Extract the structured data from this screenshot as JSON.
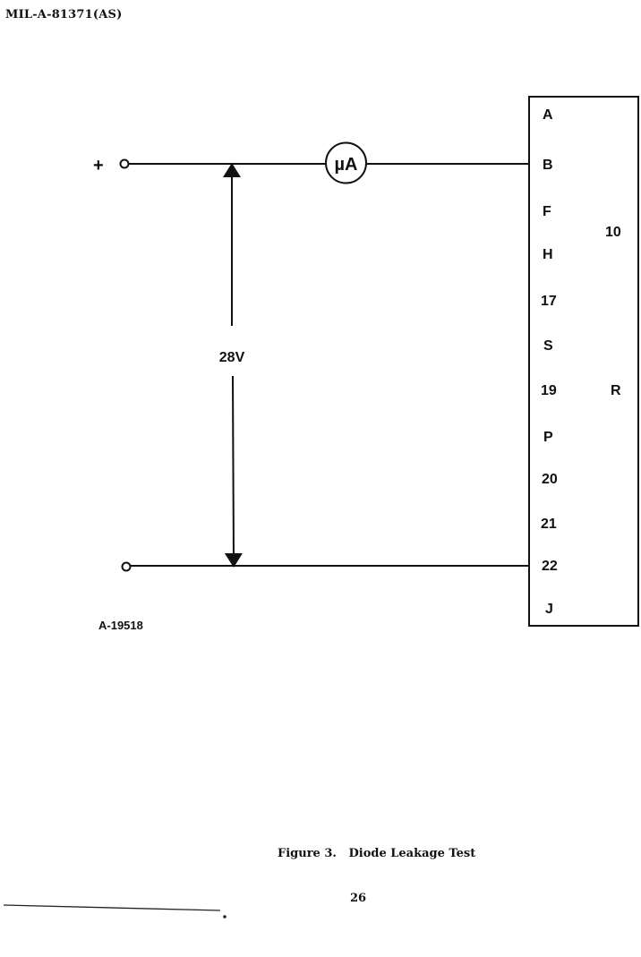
{
  "document": {
    "header": "MIL-A-81371(AS)",
    "page_number": "26"
  },
  "figure": {
    "caption": "Figure 3.   Diode Leakage Test",
    "drawing_id": "A-19518"
  },
  "circuit": {
    "positive_terminal_label": "+",
    "meter_label": "µA",
    "voltage_label": "28V",
    "connector": {
      "pins": [
        "A",
        "B",
        "F",
        "H",
        "17",
        "S",
        "19",
        "P",
        "20",
        "21",
        "22",
        "J"
      ],
      "side_labels": [
        "10",
        "R"
      ]
    }
  }
}
